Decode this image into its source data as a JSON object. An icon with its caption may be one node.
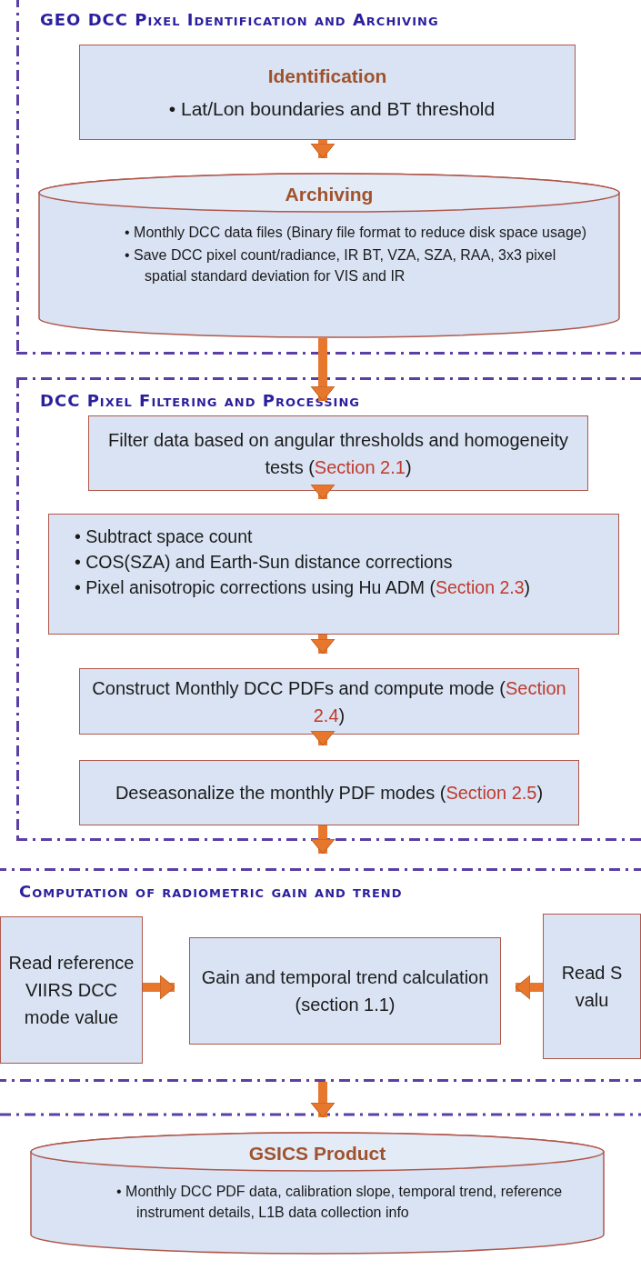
{
  "diagram": {
    "nodes": [
      {
        "text": [
          "GEO DCC Pixel Identification and Archiving"
        ]
      },
      {
        "text": [
          "Identification",
          "• Lat/Lon boundaries and BT threshold"
        ],
        "in": 0
      },
      {
        "text": [
          "Archiving",
          "• Monthly DCC data files (Binary file format to reduce disk space usage)",
          "• Save DCC pixel count/radiance, IR BT, VZA, SZA, RAA, 3x3 pixel spatial standard deviation for VIS and IR"
        ],
        "in": 0
      },
      {
        "text": [
          "DCC Pixel Filtering and Processing"
        ]
      },
      {
        "text": [
          "Filter data based on angular thresholds and homogeneity tests (**Section 2.1**)"
        ],
        "in": 3
      },
      {
        "text": [
          "• Subtract space count",
          "• COS(SZA) and Earth-Sun distance corrections",
          "• Pixel anisotropic corrections using Hu ADM (**Section 2.3**)"
        ],
        "in": 3
      },
      {
        "text": [
          "Construct Monthly DCC PDFs and compute mode (**Section 2.4**)"
        ],
        "in": 3
      },
      {
        "text": [
          "Deseasonalize the monthly PDF modes (**Section 2.5**)"
        ],
        "in": 3
      },
      {
        "text": [
          "Computation of radiometric gain and trend"
        ]
      },
      {
        "text": [
          "Read reference VIIRS DCC mode value"
        ],
        "in": 8
      },
      {
        "text": [
          "Gain and temporal trend calculation (section 1.1)"
        ],
        "in": 8
      },
      {
        "text": [
          "Read S valu"
        ],
        "in": 8
      },
      {
        "text": [
          "GSICS Product",
          "• Monthly DCC PDF data, calibration slope, temporal trend, reference instrument details, L1B data collection info"
        ]
      }
    ],
    "edges": [
      {
        "from": 1,
        "to": 2,
        "arrow": "to"
      },
      {
        "from": 2,
        "to": 4,
        "arrow": "to"
      },
      {
        "from": 4,
        "to": 5,
        "arrow": "to"
      },
      {
        "from": 5,
        "to": 6,
        "arrow": "to"
      },
      {
        "from": 6,
        "to": 7,
        "arrow": "to"
      },
      {
        "from": 7,
        "to": 8,
        "arrow": "to"
      },
      {
        "from": 9,
        "to": 10,
        "arrow": "to"
      },
      {
        "from": 11,
        "to": 10,
        "arrow": "to"
      },
      {
        "from": 8,
        "to": 12,
        "arrow": "to"
      }
    ]
  }
}
